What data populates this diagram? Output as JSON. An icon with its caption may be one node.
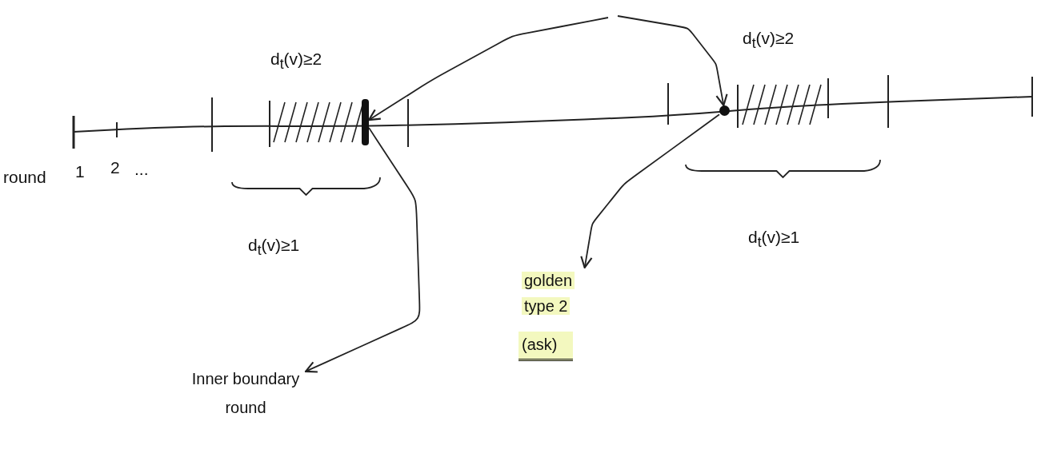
{
  "diagram": {
    "nodes": [
      {
        "text": [],
        "shape": "bar"
      },
      {
        "text": [],
        "shape": "circle"
      },
      {
        "text": [
          "Inner boundary round"
        ]
      },
      {
        "text": [
          "golden type 2",
          "(ask)"
        ]
      }
    ],
    "edges": [
      {
        "from": null,
        "to": 0,
        "arrow": "to"
      },
      {
        "from": null,
        "to": 1,
        "arrow": "to"
      },
      {
        "from": 0,
        "to": 2,
        "arrow": "to"
      },
      {
        "from": 1,
        "to": 3,
        "arrow": "to"
      }
    ],
    "labels": [
      "d$_{t}$(v)≥2",
      "d$_{t}$(v)≥2",
      "round",
      "1",
      "2",
      "...",
      "d$_{t}$(v)≥1",
      "d$_{t}$(v)≥1"
    ]
  }
}
